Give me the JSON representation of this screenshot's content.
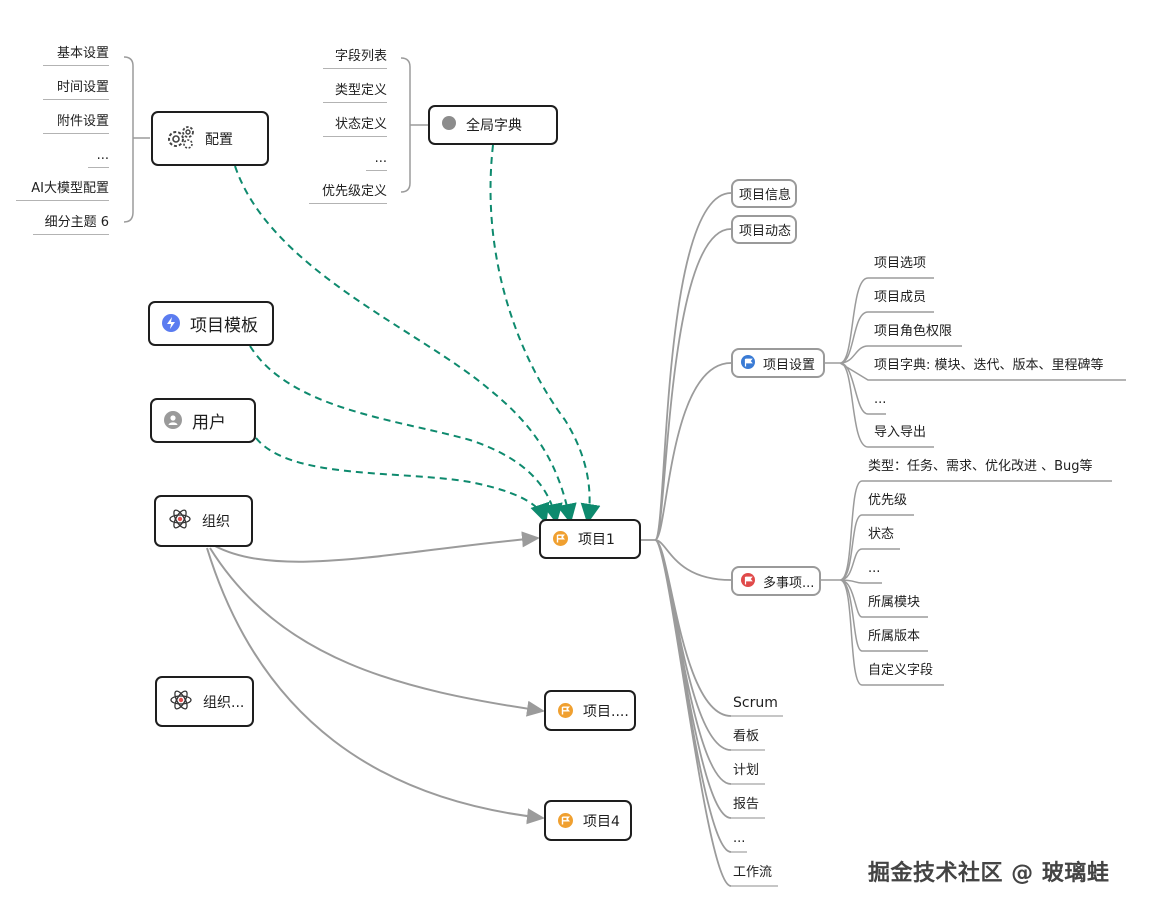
{
  "config": {
    "label": "配置",
    "leaves": [
      "基本设置",
      "时间设置",
      "附件设置",
      "...",
      "AI大模型配置",
      "细分主题 6"
    ]
  },
  "dict": {
    "label": "全局字典",
    "leaves": [
      "字段列表",
      "类型定义",
      "状态定义",
      "...",
      "优先级定义"
    ]
  },
  "template": {
    "label": "项目模板"
  },
  "user": {
    "label": "用户"
  },
  "org1": {
    "label": "组织"
  },
  "org2": {
    "label": "组织..."
  },
  "project1": {
    "label": "项目1"
  },
  "project2": {
    "label": "项目...."
  },
  "project4": {
    "label": "项目4"
  },
  "project1_children": {
    "info": "项目信息",
    "news": "项目动态",
    "settings": {
      "label": "项目设置",
      "leaves": [
        "项目选项",
        "项目成员",
        "项目角色权限",
        "项目字典: 模块、迭代、版本、里程碑等",
        "...",
        "导入导出"
      ]
    },
    "items": {
      "label": "多事项...",
      "leaves": [
        "类型：任务、需求、优化改进 、Bug等",
        "优先级",
        "状态",
        "...",
        "所属模块",
        "所属版本",
        "自定义字段"
      ]
    },
    "more": [
      "Scrum",
      "看板",
      "计划",
      "报告",
      "...",
      "工作流"
    ]
  },
  "watermark": "掘金技术社区 @ 玻璃蛙",
  "colors": {
    "dashed_link": "#0e8a6e",
    "solid_link": "#9b9b9b",
    "project_icon": "#f0a030",
    "flag_blue": "#3a7bd5",
    "flag_red": "#e04a4a",
    "bolt_blue": "#5b7cf0",
    "gray_dot": "#8c8c8c"
  }
}
